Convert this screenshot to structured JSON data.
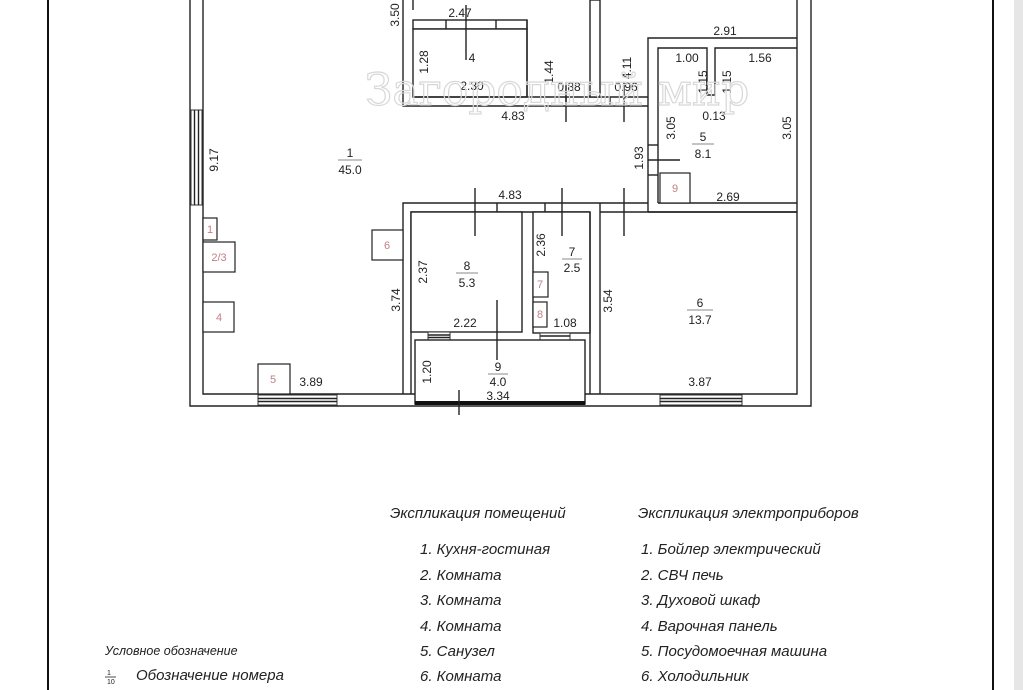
{
  "watermark": "Загородный мир",
  "plan": {
    "rooms": [
      {
        "number": "1",
        "area": "45.0"
      },
      {
        "number": "4",
        "area": ""
      },
      {
        "number": "5",
        "area": "8.1"
      },
      {
        "number": "6",
        "area": "13.7"
      },
      {
        "number": "7",
        "area": "2.5"
      },
      {
        "number": "8",
        "area": "5.3"
      },
      {
        "number": "9",
        "area": "4.0"
      }
    ],
    "dimensions": {
      "d350": "3.50",
      "d247": "2.47",
      "d128": "1.28",
      "d230": "2.30",
      "d144": "1.44",
      "d088": "0.88",
      "d096": "0.96",
      "d411": "4.11",
      "d483a": "4.83",
      "d291": "2.91",
      "d100": "1.00",
      "d115a": "1.15",
      "d115b": "1.15",
      "d156": "1.56",
      "d013": "0.13",
      "d305a": "3.05",
      "d305b": "3.05",
      "d193": "1.93",
      "d917": "9.17",
      "d483b": "4.83",
      "d269": "2.69",
      "d236": "2.36",
      "d237": "2.37",
      "d374": "3.74",
      "d354": "3.54",
      "d222": "2.22",
      "d108": "1.08",
      "d120": "1.20",
      "d334": "3.34",
      "d389": "3.89",
      "d387": "3.87"
    },
    "appliance_markers": [
      "1",
      "2/3",
      "4",
      "5",
      "6",
      "7",
      "8",
      "9"
    ],
    "appliance_marker_color": "#c07f86"
  },
  "rooms_legend": {
    "title": "Экспликация помещений",
    "items": [
      "1. Кухня-гостиная",
      "2. Комната",
      "3. Комната",
      "4. Комната",
      "5. Санузел",
      "6. Комната"
    ]
  },
  "appliances_legend": {
    "title": "Экспликация электроприборов",
    "items": [
      "1. Бойлер электрический",
      "2. СВЧ печь",
      "3. Духовой шкаф",
      "4. Варочная панель",
      "5. Посудомоечная машина",
      "6. Холодильник"
    ]
  },
  "symbol_legend": {
    "title": "Условное обозначение",
    "item": "Обозначение номера"
  }
}
